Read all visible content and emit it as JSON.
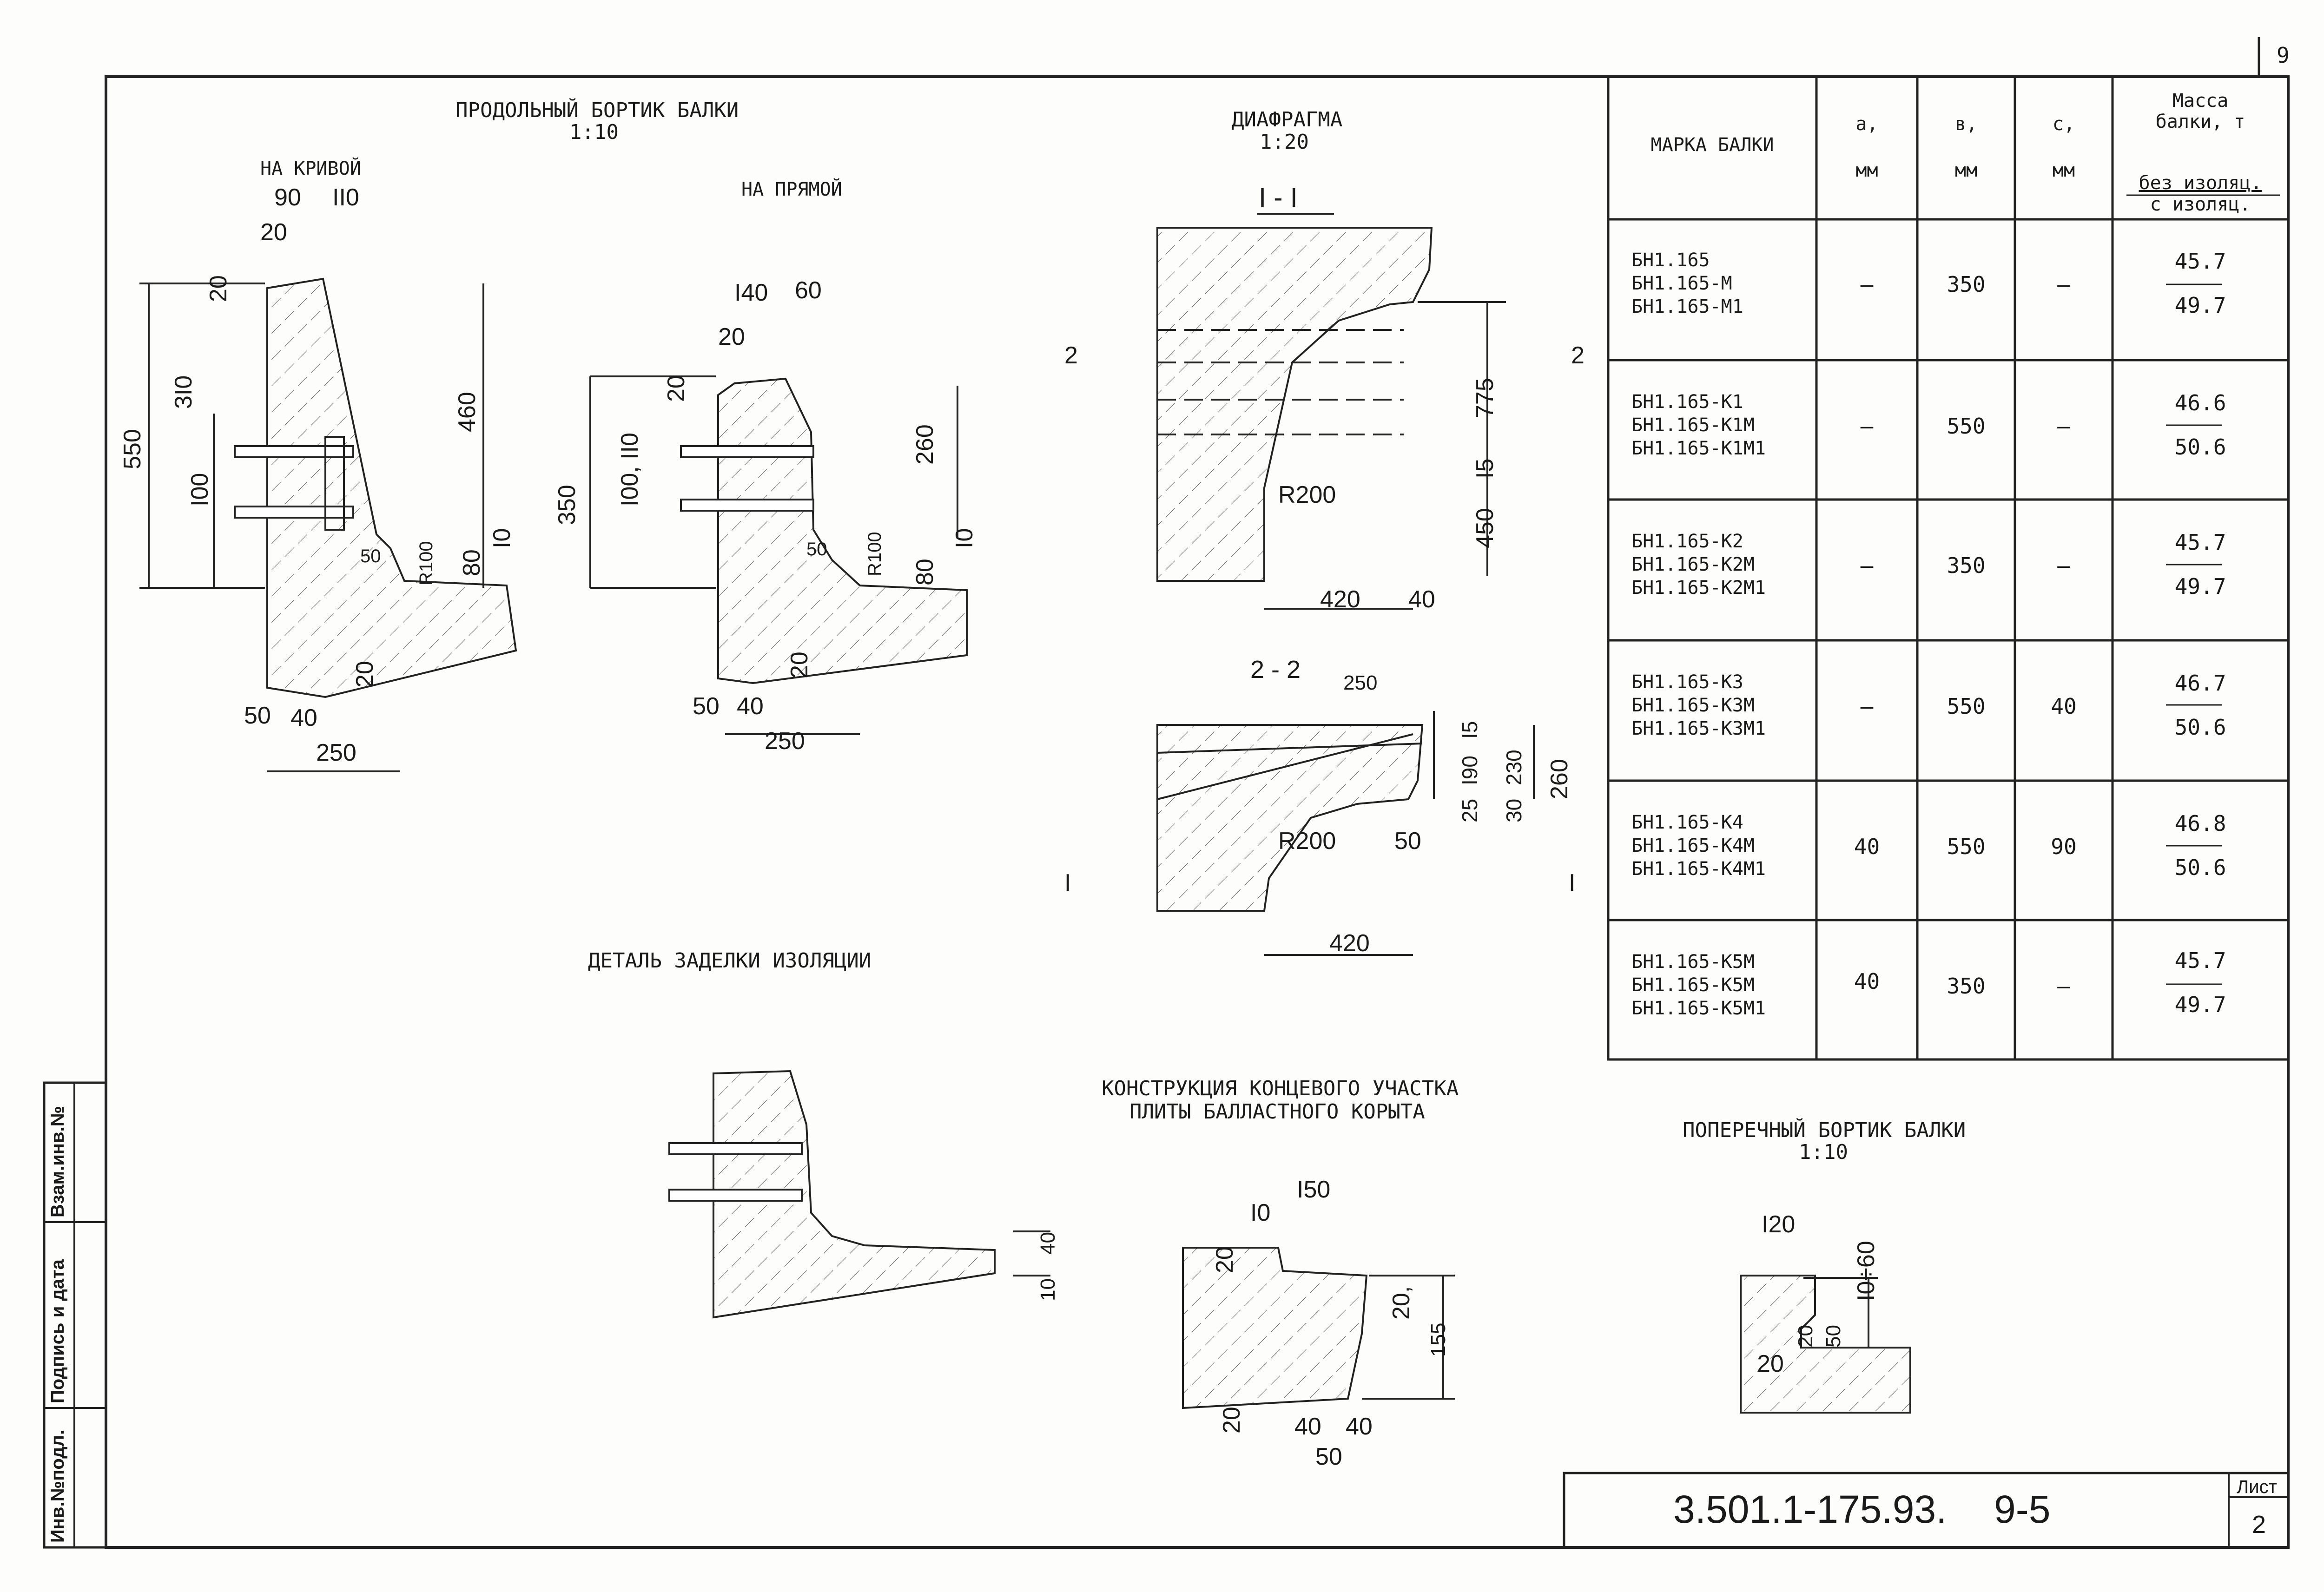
{
  "sheet_number": "9",
  "titles": {
    "longitudinal": "ПРОДОЛЬНЫЙ БОРТИК БАЛКИ",
    "longitudinal_scale": "1:10",
    "on_curve": "НА КРИВОЙ",
    "on_straight": "НА ПРЯМОЙ",
    "diaphragm": "ДИАФРАГМА",
    "diaphragm_scale": "1:20",
    "section_1": "I - I",
    "section_2": "2 - 2",
    "insulation_detail": "ДЕТАЛЬ ЗАДЕЛКИ ИЗОЛЯЦИИ",
    "end_section_1": "КОНСТРУКЦИЯ КОНЦЕВОГО УЧАСТКА",
    "end_section_2": "ПЛИТЫ БАЛЛАСТНОГО КОРЫТА",
    "transverse": "ПОПЕРЕЧНЫЙ БОРТИК БАЛКИ",
    "transverse_scale": "1:10"
  },
  "dims": {
    "curve_90": "90",
    "curve_110": "II0",
    "curve_20_top": "20",
    "curve_20_side": "20",
    "curve_550": "550",
    "curve_310": "3I0",
    "curve_100": "I00",
    "curve_460": "460",
    "curve_r100": "R100",
    "curve_80": "80",
    "curve_10": "I0",
    "curve_50r": "50",
    "curve_20_bot": "20",
    "curve_50": "50",
    "curve_40": "40",
    "curve_250": "250",
    "str_140": "I40",
    "str_60": "60",
    "str_20a": "20",
    "str_20b": "20",
    "str_350": "350",
    "str_100_110": "I00, II0",
    "str_260": "260",
    "str_r100": "R100",
    "str_80": "80",
    "str_10": "I0",
    "str_50r": "50",
    "str_20_bot": "20",
    "str_50": "50",
    "str_40": "40",
    "str_250": "250",
    "d1_2l": "2",
    "d1_2r": "2",
    "d1_775": "775",
    "d1_15": "I5",
    "d1_450": "450",
    "d1_r200": "R200",
    "d1_420": "420",
    "d1_40": "40",
    "d2_250": "250",
    "d2_15": "I5",
    "d2_190": "I90",
    "d2_25": "25",
    "d2_30": "30",
    "d2_230": "230",
    "d2_260": "260",
    "d2_r200": "R200",
    "d2_50": "50",
    "d2_420": "420",
    "d2_1l": "I",
    "d2_1r": "I",
    "ins_40": "40",
    "ins_10": "10",
    "end_150": "I50",
    "end_10": "I0",
    "end_20a": "20",
    "end_20b": "20,",
    "end_155": "155",
    "end_20c": "20",
    "end_40a": "40",
    "end_40b": "40",
    "end_50": "50",
    "tr_120": "I20",
    "tr_10_60": "I0÷60",
    "tr_20a": "20",
    "tr_50": "50",
    "tr_20b": "20"
  },
  "table": {
    "col_mark": "МАРКА БАЛКИ",
    "col_a": "а,",
    "col_b": "в,",
    "col_c": "с,",
    "unit": "мм",
    "col_mass_1": "Масса",
    "col_mass_2": "балки, т",
    "col_mass_no_ins": "без изоляц.",
    "col_mass_with_ins": "с изоляц.",
    "rows": [
      {
        "marks": [
          "БН1.165",
          "БН1.165-М",
          "БН1.165-М1"
        ],
        "a": "—",
        "b": "350",
        "c": "—",
        "mass_no": "45.7",
        "mass_with": "49.7"
      },
      {
        "marks": [
          "БН1.165-К1",
          "БН1.165-К1М",
          "БН1.165-К1М1"
        ],
        "a": "—",
        "b": "550",
        "c": "—",
        "mass_no": "46.6",
        "mass_with": "50.6"
      },
      {
        "marks": [
          "БН1.165-К2",
          "БН1.165-К2М",
          "БН1.165-К2М1"
        ],
        "a": "—",
        "b": "350",
        "c": "—",
        "mass_no": "45.7",
        "mass_with": "49.7"
      },
      {
        "marks": [
          "БН1.165-К3",
          "БН1.165-К3М",
          "БН1.165-К3М1"
        ],
        "a": "—",
        "b": "550",
        "c": "40",
        "mass_no": "46.7",
        "mass_with": "50.6"
      },
      {
        "marks": [
          "БН1.165-К4",
          "БН1.165-К4М",
          "БН1.165-К4М1"
        ],
        "a": "40",
        "b": "550",
        "c": "90",
        "mass_no": "46.8",
        "mass_with": "50.6"
      },
      {
        "marks": [
          "БН1.165-К5М",
          "БН1.165-К5М",
          "БН1.165-К5М1"
        ],
        "a": "40",
        "b": "350",
        "c": "—",
        "mass_no": "45.7",
        "mass_with": "49.7"
      }
    ]
  },
  "side_stamp": {
    "inv_orig": "Инв.№подл.",
    "sign_date": "Подпись и дата",
    "replace_inv": "Взам.инв.№"
  },
  "title_block": {
    "doc_number": "3.501.1-175.93.",
    "section": "9-5",
    "sheet_label": "Лист",
    "sheet_value": "2"
  }
}
